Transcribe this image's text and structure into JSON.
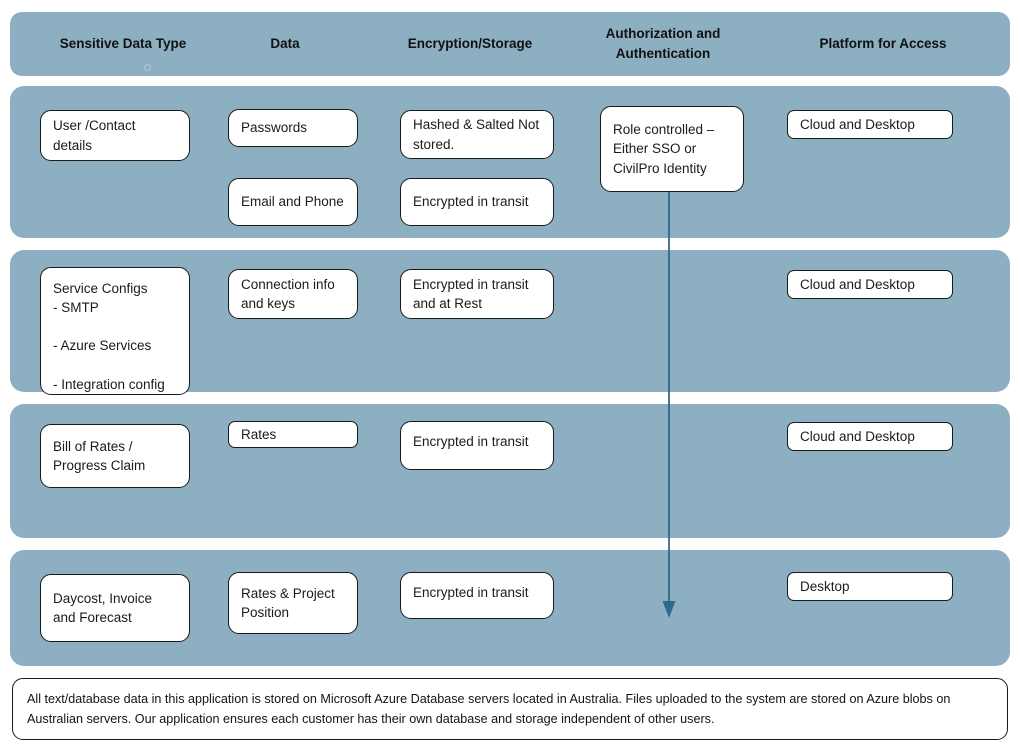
{
  "colors": {
    "band": "#8CB0C2",
    "node_border": "#1a1a1a",
    "node_fill": "#ffffff",
    "arrow": "#2E6A8E",
    "text": "#1b1b1b",
    "page_background": "#ffffff"
  },
  "header": {
    "columns": [
      {
        "label": "Sensitive Data Type"
      },
      {
        "label": "Data"
      },
      {
        "label": "Encryption/Storage"
      },
      {
        "label": "Authorization and Authentication"
      },
      {
        "label": "Platform for Access"
      }
    ]
  },
  "rows": [
    {
      "id": "user-contact-details",
      "sensitive_data_type": "User /Contact details",
      "data": [
        "Passwords",
        "Email and Phone"
      ],
      "encryption_storage": [
        "Hashed & Salted Not stored.",
        "Encrypted in transit"
      ],
      "authorization": "Role controlled – Either SSO or CivilPro Identity",
      "platform": "Cloud and Desktop"
    },
    {
      "id": "service-configs",
      "sensitive_data_type": "Service Configs\n- SMTP\n\n- Azure Services\n\n- Integration config",
      "data": [
        "Connection info and keys"
      ],
      "encryption_storage": [
        "Encrypted in transit and at Rest"
      ],
      "authorization": "",
      "platform": "Cloud and Desktop"
    },
    {
      "id": "bill-of-rates",
      "sensitive_data_type": "Bill of Rates / Progress Claim",
      "data": [
        "Rates"
      ],
      "encryption_storage": [
        "Encrypted in transit"
      ],
      "authorization": "",
      "platform": "Cloud and Desktop"
    },
    {
      "id": "daycost-invoice",
      "sensitive_data_type": "Daycost, Invoice and Forecast",
      "data": [
        "Rates & Project Position"
      ],
      "encryption_storage": [
        "Encrypted in transit"
      ],
      "authorization": "",
      "platform": "Desktop"
    }
  ],
  "footnote": {
    "text": "All text/database data in this application is stored on Microsoft Azure Database servers located in Australia. Files uploaded to the system are stored on Azure blobs on Australian servers. Our application ensures each customer has their own database and storage independent of other users."
  }
}
